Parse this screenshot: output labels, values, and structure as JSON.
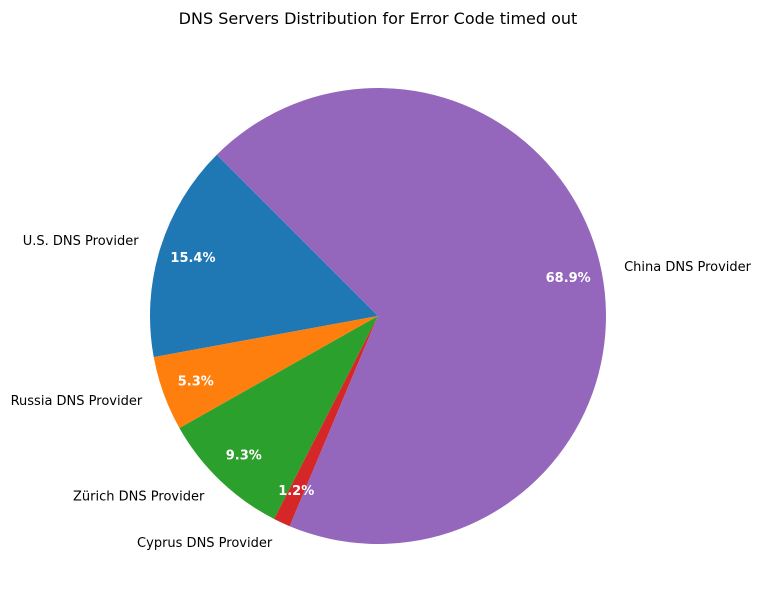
{
  "chart_data": {
    "type": "pie",
    "title": "DNS Servers Distribution for Error Code timed out",
    "start_angle_deg": 135,
    "direction": "counterclockwise",
    "slices": [
      {
        "label": "U.S. DNS Provider",
        "value": 15.4,
        "pct_label": "15.4%",
        "color": "#1f77b4"
      },
      {
        "label": "Russia DNS Provider",
        "value": 5.3,
        "pct_label": "5.3%",
        "color": "#ff7f0e"
      },
      {
        "label": "Zürich DNS Provider",
        "value": 9.3,
        "pct_label": "9.3%",
        "color": "#2ca02c"
      },
      {
        "label": "Cyprus DNS Provider",
        "value": 1.2,
        "pct_label": "1.2%",
        "color": "#d62728"
      },
      {
        "label": "China DNS Provider",
        "value": 68.9,
        "pct_label": "68.9%",
        "color": "#9467bd"
      }
    ]
  }
}
